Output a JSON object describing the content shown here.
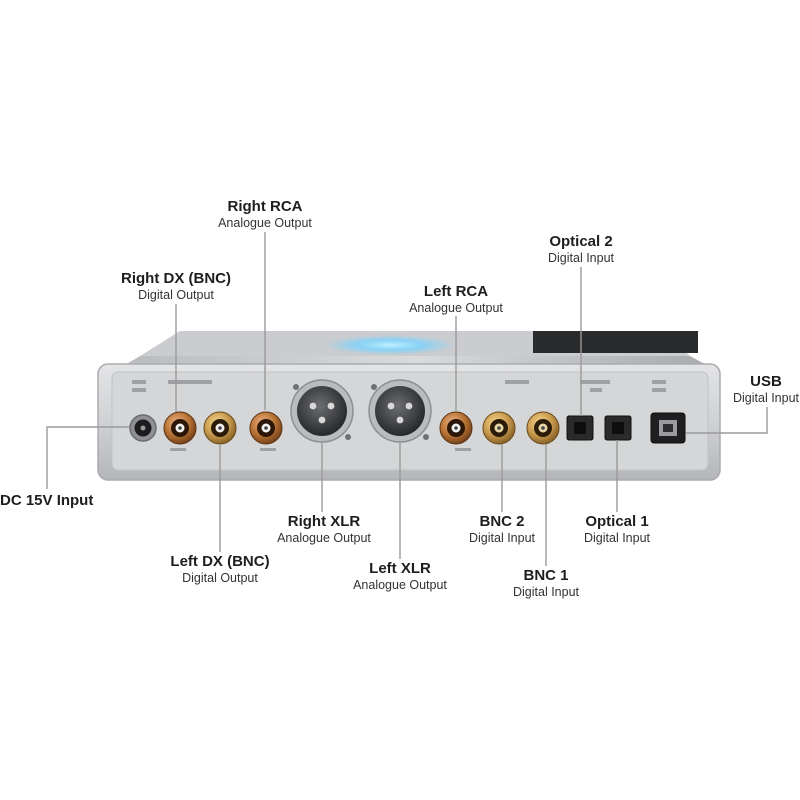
{
  "colors": {
    "chassis": "#c9cbcd",
    "panel": "#d6d8da",
    "callout_line": "#9a9a9a",
    "gold": "#c99a4e",
    "copper": "#b87333",
    "glow": "#7ad3ff"
  },
  "callouts": [
    {
      "id": "right-rca",
      "title": "Right RCA",
      "subtitle": "Analogue Output"
    },
    {
      "id": "right-dx-bnc",
      "title": "Right DX (BNC)",
      "subtitle": "Digital Output"
    },
    {
      "id": "left-rca",
      "title": "Left RCA",
      "subtitle": "Analogue Output"
    },
    {
      "id": "optical-2",
      "title": "Optical 2",
      "subtitle": "Digital Input"
    },
    {
      "id": "usb",
      "title": "USB",
      "subtitle": "Digital Input"
    },
    {
      "id": "dc-input",
      "title": "DC 15V Input",
      "subtitle": ""
    },
    {
      "id": "right-xlr",
      "title": "Right XLR",
      "subtitle": "Analogue Output"
    },
    {
      "id": "bnc-2",
      "title": "BNC 2",
      "subtitle": "Digital Input"
    },
    {
      "id": "optical-1",
      "title": "Optical 1",
      "subtitle": "Digital Input"
    },
    {
      "id": "left-dx-bnc",
      "title": "Left DX (BNC)",
      "subtitle": "Digital Output"
    },
    {
      "id": "left-xlr",
      "title": "Left XLR",
      "subtitle": "Analogue Output"
    },
    {
      "id": "bnc-1",
      "title": "BNC 1",
      "subtitle": "Digital Input"
    }
  ]
}
